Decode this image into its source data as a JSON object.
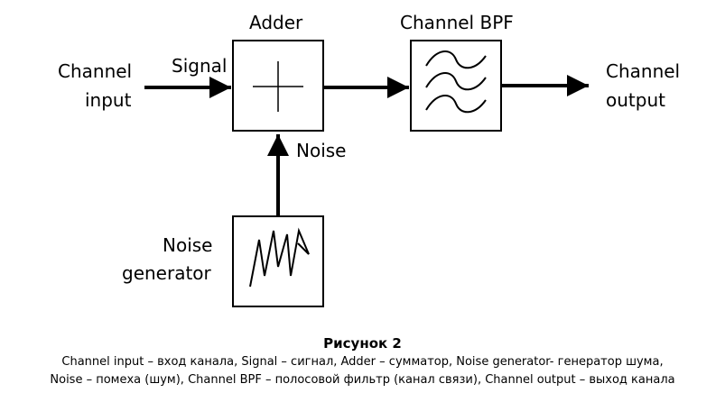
{
  "diagram": {
    "channel_input": [
      "Channel",
      "input"
    ],
    "signal": "Signal",
    "adder": "Adder",
    "noise": "Noise",
    "noise_generator": [
      "Noise",
      "generator"
    ],
    "channel_bpf": "Channel BPF",
    "channel_output": [
      "Channel",
      "output"
    ]
  },
  "caption": {
    "title": "Рисунок 2",
    "lines": [
      "Channel input – вход канала, Signal – сигнал, Adder – сумматор, Noise generator- генератор шума,",
      "Noise – помеха (шум), Channel BPF – полосовой фильтр (канал связи), Channel output – выход канала"
    ]
  }
}
